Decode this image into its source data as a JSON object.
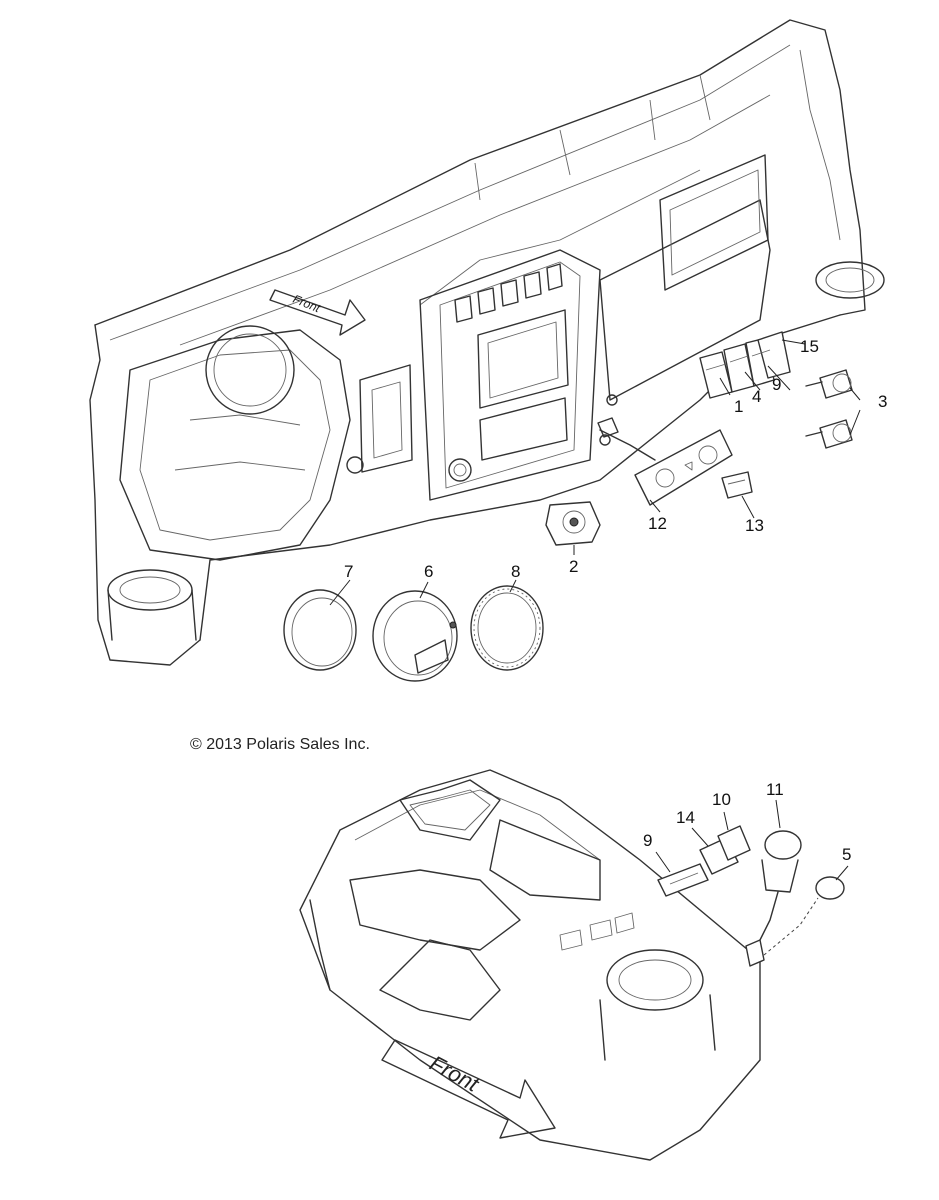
{
  "copyright": "© 2013 Polaris Sales Inc.",
  "front_labels": {
    "upper": "Front",
    "lower": "Front"
  },
  "callouts": {
    "c1": "1",
    "c2": "2",
    "c3": "3",
    "c4": "4",
    "c5": "5",
    "c6": "6",
    "c7": "7",
    "c8": "8",
    "c9a": "9",
    "c9b": "9",
    "c10": "10",
    "c11": "11",
    "c12": "12",
    "c13": "13",
    "c14": "14",
    "c15": "15"
  }
}
